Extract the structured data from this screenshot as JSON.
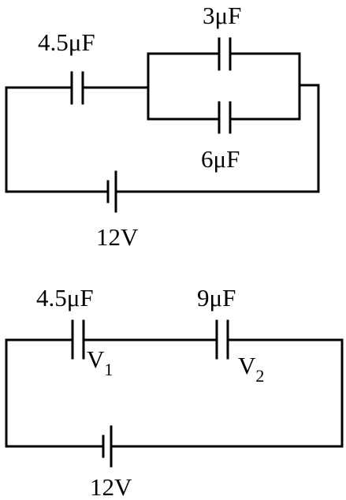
{
  "circuit1": {
    "c1": "4.5μF",
    "c2": "3μF",
    "c3": "6μF",
    "emf": "12V"
  },
  "circuit2": {
    "c1": "4.5μF",
    "c2": "9μF",
    "v1_main": "V",
    "v1_sub": "1",
    "v2_main": "V",
    "v2_sub": "2",
    "emf": "12V"
  },
  "colors": {
    "line": "#000000",
    "background": "#ffffff"
  }
}
